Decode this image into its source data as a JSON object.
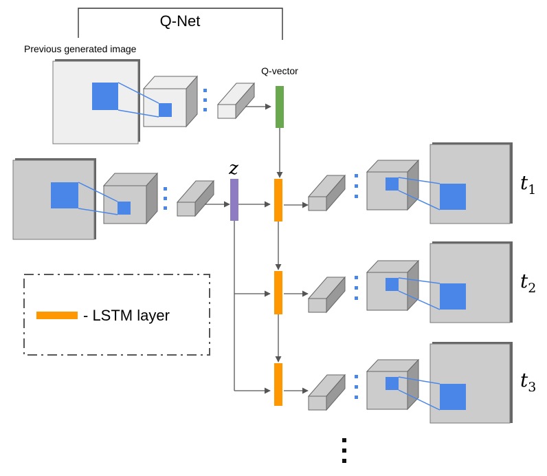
{
  "labels": {
    "qnet": "Q-Net",
    "previous_image": "Previous generated image",
    "qvector": "Q-vector",
    "z": "z",
    "legend_text": "- LSTM layer",
    "t1": {
      "base": "t",
      "sub": "1"
    },
    "t2": {
      "base": "t",
      "sub": "2"
    },
    "t3": {
      "base": "t",
      "sub": "3"
    }
  },
  "colors": {
    "lstm": "#ff9800",
    "qvector": "#6aa84f",
    "z": "#8e7cc3",
    "patch": "#4a86e8",
    "face_dark": "#cccccc",
    "face_light": "#efefef",
    "arrow": "#555555"
  }
}
